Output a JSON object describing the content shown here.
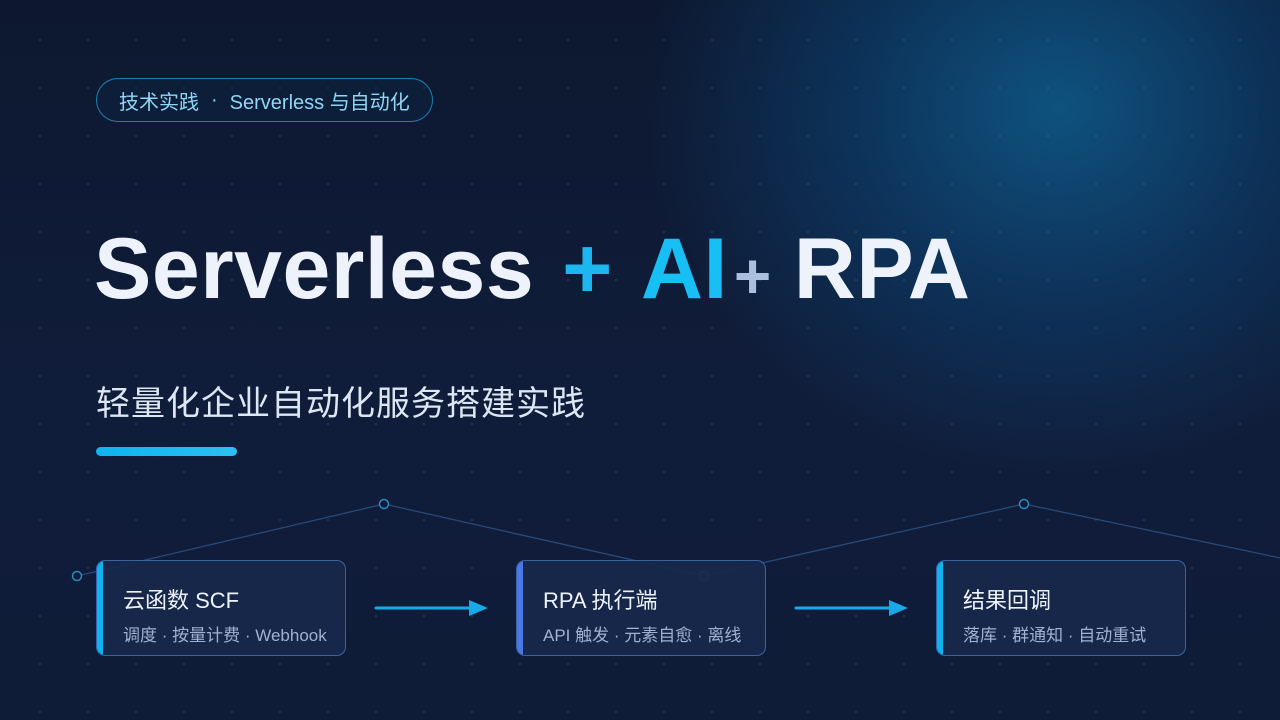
{
  "tag": {
    "left": "技术实践",
    "separator": "·",
    "right": "Serverless 与自动化"
  },
  "headline": {
    "part1": "Serverless",
    "plus1": "+",
    "part2": "AI",
    "plus2": "+",
    "part3": "RPA"
  },
  "subtitle": "轻量化企业自动化服务搭建实践",
  "flow": {
    "cards": [
      {
        "title": "云函数 SCF",
        "desc": "调度 · 按量计费 · Webhook",
        "accent": "#0fb3ef"
      },
      {
        "title": "RPA 执行端",
        "desc": "API 触发 · 元素自愈 · 离线",
        "accent": "#4a78e6"
      },
      {
        "title": "结果回调",
        "desc": "落库 · 群通知 · 自动重试",
        "accent": "#0fb3ef"
      }
    ]
  },
  "colors": {
    "background": "#0f1c38",
    "accent": "#17bff5",
    "text": "#eef3fb"
  }
}
